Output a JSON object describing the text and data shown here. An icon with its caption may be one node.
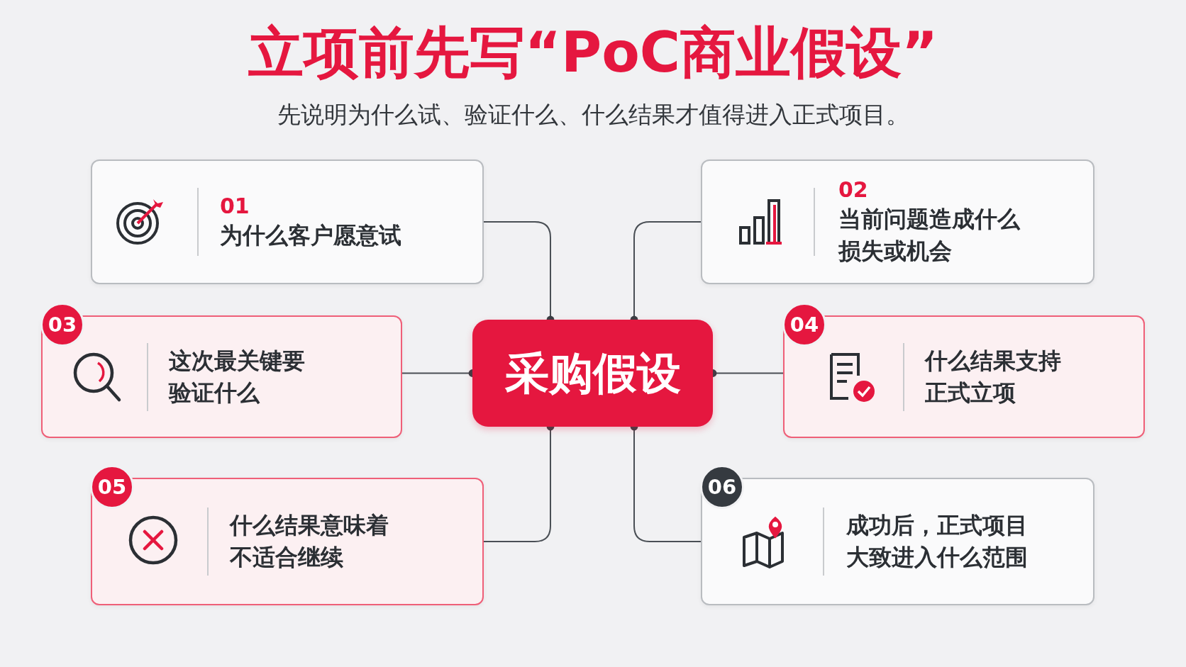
{
  "diagram": {
    "title": "立项前先写“PoC商业假设”",
    "caption": "先说明为什么试、验证什么、什么结果才值得进入正式项目。",
    "nodes": [
      {
        "text": [
          "01",
          "为什么客户愿意试"
        ]
      },
      {
        "text": [
          "02",
          "当前问题造成什么损失或机会"
        ]
      },
      {
        "text": [
          "03",
          "这次最关键要验证什么"
        ]
      },
      {
        "text": [
          "采购假设"
        ]
      },
      {
        "text": [
          "04",
          "什么结果支持正式立项"
        ]
      },
      {
        "text": [
          "05",
          "什么结果意味着不适合继续"
        ]
      },
      {
        "text": [
          "06",
          "成功后，正式项目大致进入什么范围"
        ]
      }
    ],
    "edges": [
      {
        "from": 3,
        "to": 0,
        "arrow": "other"
      },
      {
        "from": 3,
        "to": 1,
        "arrow": "other"
      },
      {
        "from": 3,
        "to": 2,
        "arrow": "other"
      },
      {
        "from": 3,
        "to": 4,
        "arrow": "other"
      },
      {
        "from": 3,
        "to": 5,
        "arrow": "other"
      },
      {
        "from": 3,
        "to": 6,
        "arrow": "other"
      }
    ]
  }
}
